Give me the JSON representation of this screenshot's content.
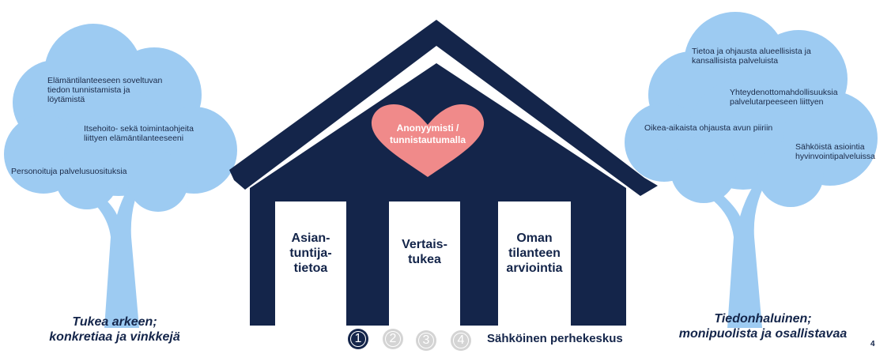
{
  "house": {
    "heart_label": "Anonyymisti /\ntunnistautumalla",
    "pillars": [
      {
        "label": "Asian-\ntuntija-\ntietoa"
      },
      {
        "label": "Vertais-\ntukea"
      },
      {
        "label": "Oman\ntilanteen\narviointia"
      }
    ]
  },
  "left_tree": {
    "items": [
      "Elämäntilanteeseen soveltuvan\ntiedon tunnistamista ja\nlöytämistä",
      "Itsehoito- sekä toimintaohjeita\nliittyen elämäntilanteeseeni",
      "Personoituja palvelusuosituksia"
    ],
    "caption": "Tukea arkeen;\nkonkretiaa ja vinkkejä"
  },
  "right_tree": {
    "items": [
      "Tietoa ja ohjausta alueellisista ja\nkansallisista palveluista",
      "Yhteydenottomahdollisuuksia\npalvelutarpeeseen liittyen",
      "Oikea-aikaista ohjausta avun piiriin",
      "Sähköistä asiointia\nhyvinvointipalveluissa"
    ],
    "caption": "Tiedonhaluinen;\nmonipuolista ja osallistavaa"
  },
  "footer": {
    "steps": [
      "1",
      "2",
      "3",
      "4"
    ],
    "active_step": "1",
    "title": "Sähköinen perhekeskus",
    "page_number": "4"
  },
  "colors": {
    "navy": "#14254a",
    "tree_blue": "#9dcbf2",
    "heart_pink": "#f08a8a",
    "step_grey": "#d4d4d4"
  }
}
